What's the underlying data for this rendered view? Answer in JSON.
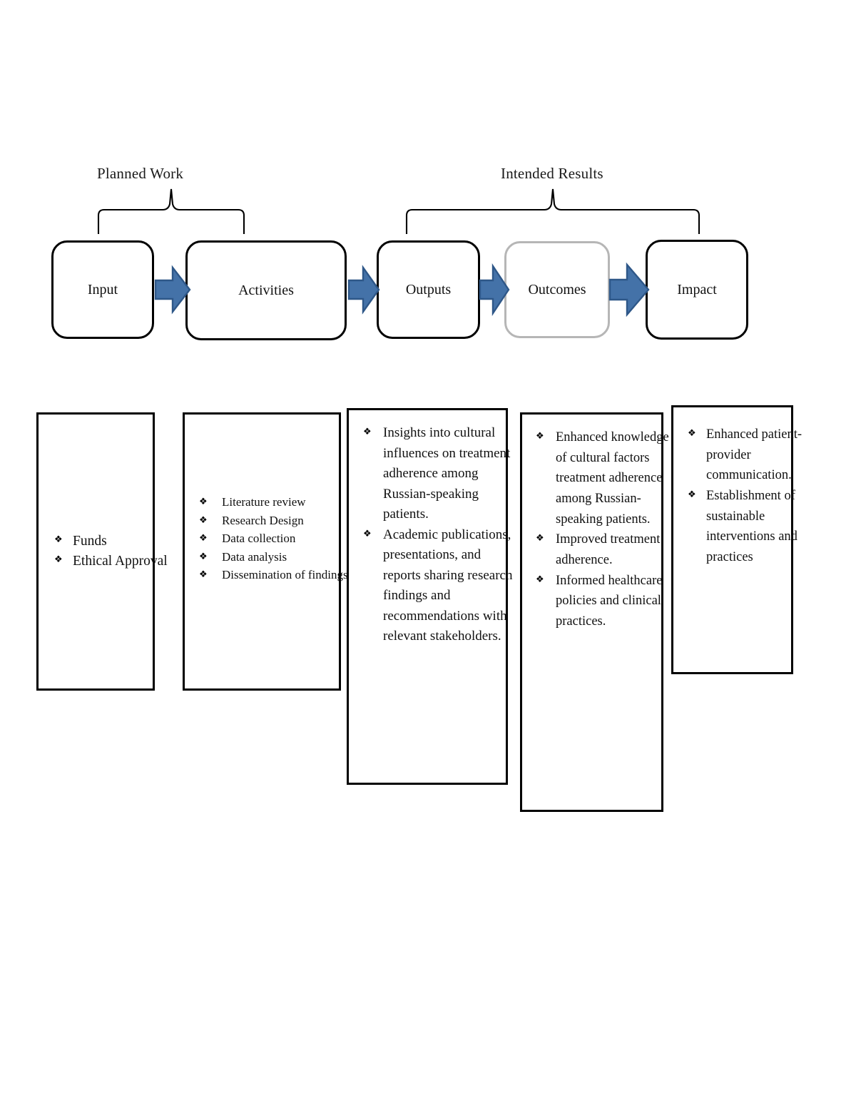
{
  "diagram": {
    "title_braces": [
      {
        "label": "Planned Work"
      },
      {
        "label": "Intended Results"
      }
    ],
    "flow_stages": [
      {
        "label": "Input",
        "border_color": "#000000"
      },
      {
        "label": "Activities",
        "border_color": "#000000"
      },
      {
        "label": "Outputs",
        "border_color": "#000000"
      },
      {
        "label": "Outcomes",
        "border_color": "#b6b6b6"
      },
      {
        "label": "Impact",
        "border_color": "#000000"
      }
    ],
    "arrow_color": "#4472A8",
    "arrow_border_color": "#2E5788",
    "bullet_glyph": "❖",
    "detail_columns": [
      {
        "stage": "Input",
        "items": [
          "Funds",
          "Ethical Approval"
        ]
      },
      {
        "stage": "Activities",
        "items": [
          "Literature review",
          "Research Design",
          "Data collection",
          "Data analysis",
          "Dissemination of findings."
        ]
      },
      {
        "stage": "Outputs",
        "items": [
          "Insights into cultural influences on treatment adherence among Russian-speaking patients.",
          "Academic publications, presentations, and reports sharing research findings and recommendations with relevant stakeholders."
        ]
      },
      {
        "stage": "Outcomes",
        "items": [
          "Enhanced knowledge of cultural factors treatment adherence among Russian-speaking patients.",
          "Improved treatment adherence.",
          "Informed healthcare policies and clinical practices."
        ]
      },
      {
        "stage": "Impact",
        "items": [
          "Enhanced patient-provider communication.",
          "Establishment of sustainable interventions and practices"
        ]
      }
    ]
  }
}
